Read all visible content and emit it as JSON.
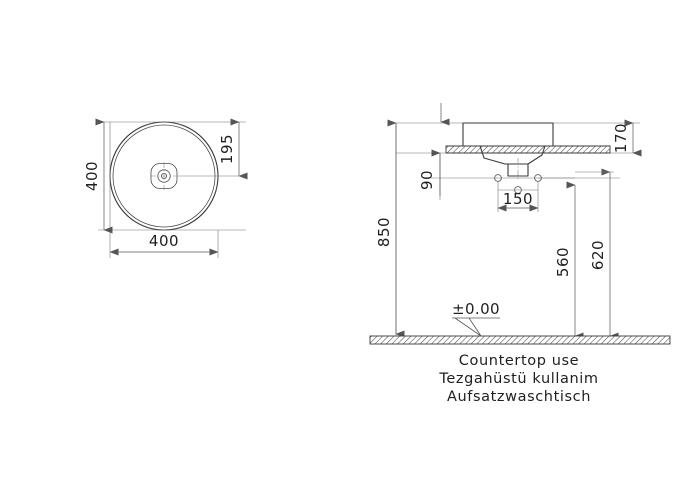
{
  "drawing": {
    "title": "Countertop washbasin technical drawing",
    "background_color": "#ffffff",
    "line_color": "#3a3a3a",
    "dimension_color": "#555555",
    "text_color": "#1f1f1f"
  },
  "top_view": {
    "name": "plan-view",
    "shape": "circle",
    "dimensions": {
      "width_label": "400",
      "height_label": "400",
      "drain_offset_label": "195"
    }
  },
  "section_view": {
    "name": "section-view",
    "dimensions": {
      "floor_to_rim_label": "850",
      "basin_height_label": "170",
      "ledge_to_taphole_label": "90",
      "taphole_spacing_label": "150",
      "floor_to_outlet_label": "560",
      "floor_to_supply_label": "620"
    },
    "level_marker": "±0.00"
  },
  "captions": {
    "line_en": "Countertop  use",
    "line_tr": "Tezgahüstü  kullanim",
    "line_de": "Aufsatzwaschtisch"
  }
}
